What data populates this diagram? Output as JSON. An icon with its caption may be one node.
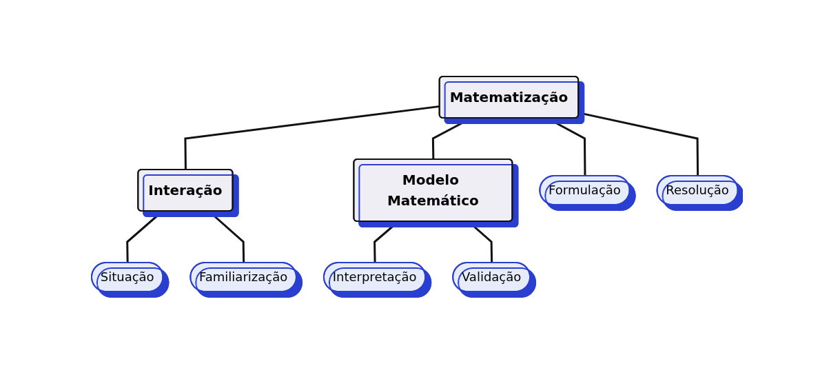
{
  "diagram": {
    "nodes": [
      {
        "text": [
          "Matematização"
        ]
      },
      {
        "text": [
          "Interação"
        ]
      },
      {
        "text": [
          "Modelo Matemático"
        ]
      },
      {
        "text": [
          "Situação"
        ]
      },
      {
        "text": [
          "Familiarização"
        ]
      },
      {
        "text": [
          "Formulação"
        ]
      },
      {
        "text": [
          "Resolução"
        ]
      },
      {
        "text": [
          "Interpretação"
        ]
      },
      {
        "text": [
          "Validação"
        ]
      }
    ],
    "edges": [
      {
        "from": 0,
        "to": 1,
        "arrow": "none"
      },
      {
        "from": 0,
        "to": 5,
        "arrow": "none"
      },
      {
        "from": 0,
        "to": 6,
        "arrow": "none"
      },
      {
        "from": 0,
        "to": 2,
        "arrow": "none"
      },
      {
        "from": 1,
        "to": 3,
        "arrow": "none"
      },
      {
        "from": 1,
        "to": 4,
        "arrow": "none"
      },
      {
        "from": 2,
        "to": 7,
        "arrow": "none"
      },
      {
        "from": 2,
        "to": 8,
        "arrow": "none"
      }
    ]
  }
}
